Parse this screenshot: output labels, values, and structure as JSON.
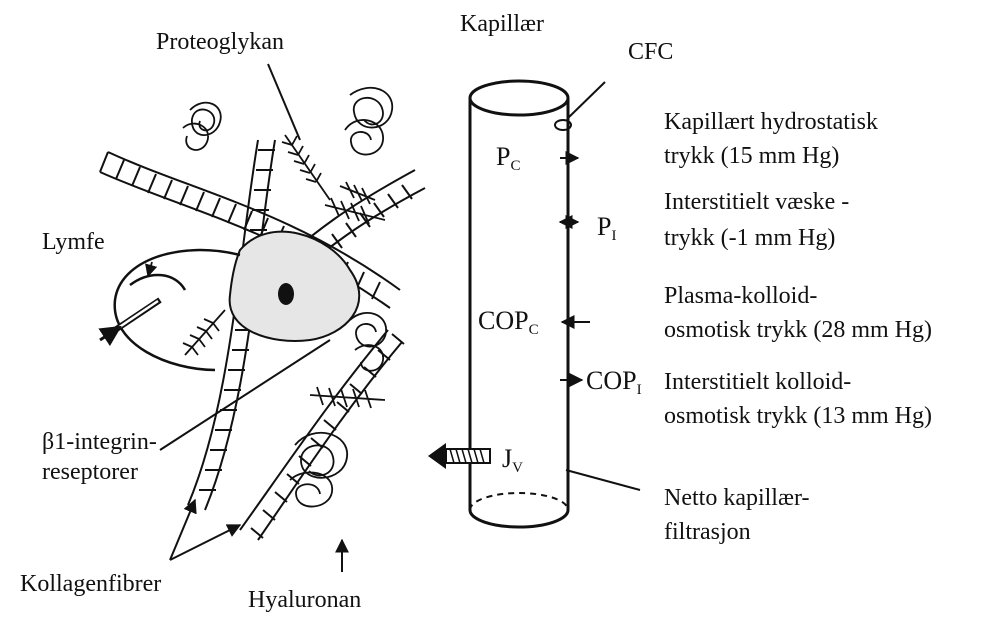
{
  "labels": {
    "proteoglykan": "Proteoglykan",
    "kapillaer": "Kapillær",
    "cfc": "CFC",
    "lymfe": "Lymfe",
    "integrin_1": "β1-integrin-",
    "integrin_2": "reseptorer",
    "kollagen": "Kollagenfibrer",
    "hyaluronan": "Hyaluronan",
    "hydro_1": "Kapillært hydrostatisk",
    "hydro_2": "trykk  (15 mm Hg)",
    "int_vaeske_1": "Interstitielt væske -",
    "int_vaeske_2": "trykk (-1 mm Hg)",
    "plasma_1": "Plasma-kolloid-",
    "plasma_2": "osmotisk trykk (28 mm Hg)",
    "int_kolloid_1": "Interstitielt kolloid-",
    "int_kolloid_2": "osmotisk trykk (13 mm Hg)",
    "netto_1": "Netto kapillær-",
    "netto_2": "filtrasjon"
  },
  "symbols": {
    "pc": "P",
    "pc_sub": "C",
    "pi": "P",
    "pi_sub": "I",
    "copc": "COP",
    "copc_sub": "C",
    "copi": "COP",
    "copi_sub": "I",
    "jv": "J",
    "jv_sub": "V"
  }
}
